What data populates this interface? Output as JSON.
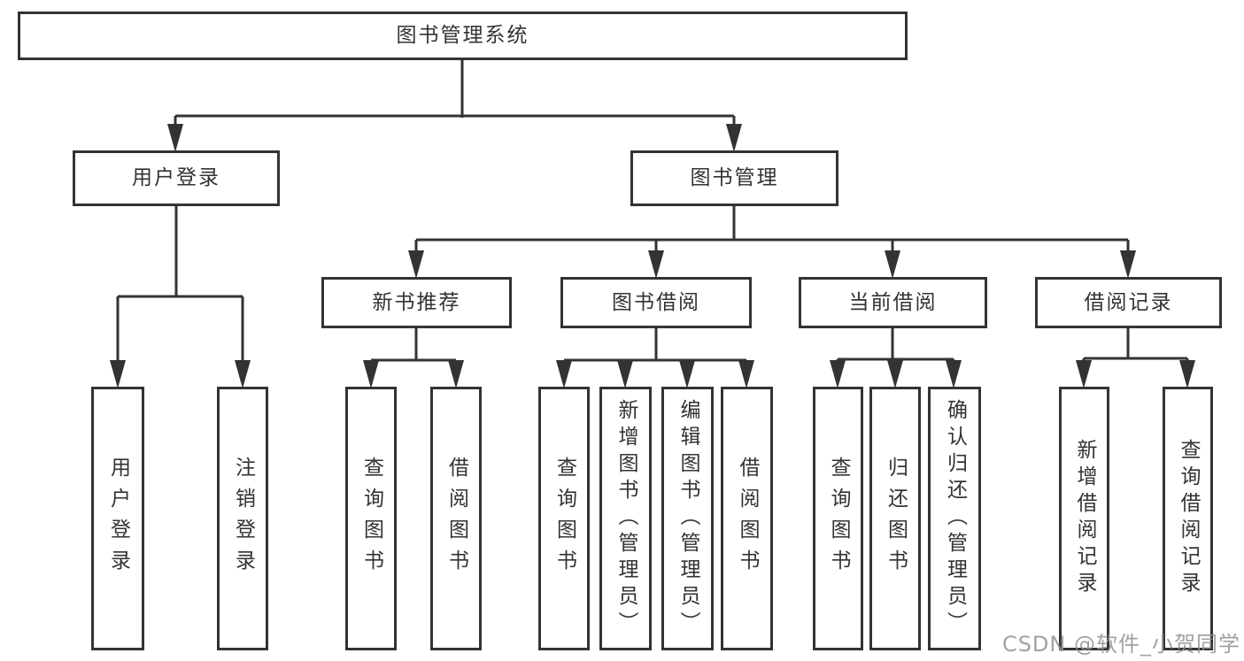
{
  "title": {
    "label": "图书管理系统"
  },
  "level2": {
    "user_login": {
      "label": "用户登录"
    },
    "book_mgmt": {
      "label": "图书管理"
    }
  },
  "level3": {
    "new_books": {
      "label": "新书推荐"
    },
    "borrow": {
      "label": "图书借阅"
    },
    "current": {
      "label": "当前借阅"
    },
    "records": {
      "label": "借阅记录"
    }
  },
  "leaves": [
    {
      "label": "用户登录"
    },
    {
      "label": "注销登录"
    },
    {
      "label": "查询图书"
    },
    {
      "label": "借阅图书"
    },
    {
      "label": "查询图书"
    },
    {
      "label": "新增图书（管理员）"
    },
    {
      "label": "编辑图书（管理员）"
    },
    {
      "label": "借阅图书"
    },
    {
      "label": "查询图书"
    },
    {
      "label": "归还图书"
    },
    {
      "label": "确认归还（管理员）"
    },
    {
      "label": "新增借阅记录"
    },
    {
      "label": "查询借阅记录"
    }
  ],
  "watermark": {
    "text": "CSDN @软件_小贺同学"
  },
  "colors": {
    "line": "#333333",
    "text": "#333333",
    "watermark": "#919191",
    "background": "#ffffff"
  }
}
